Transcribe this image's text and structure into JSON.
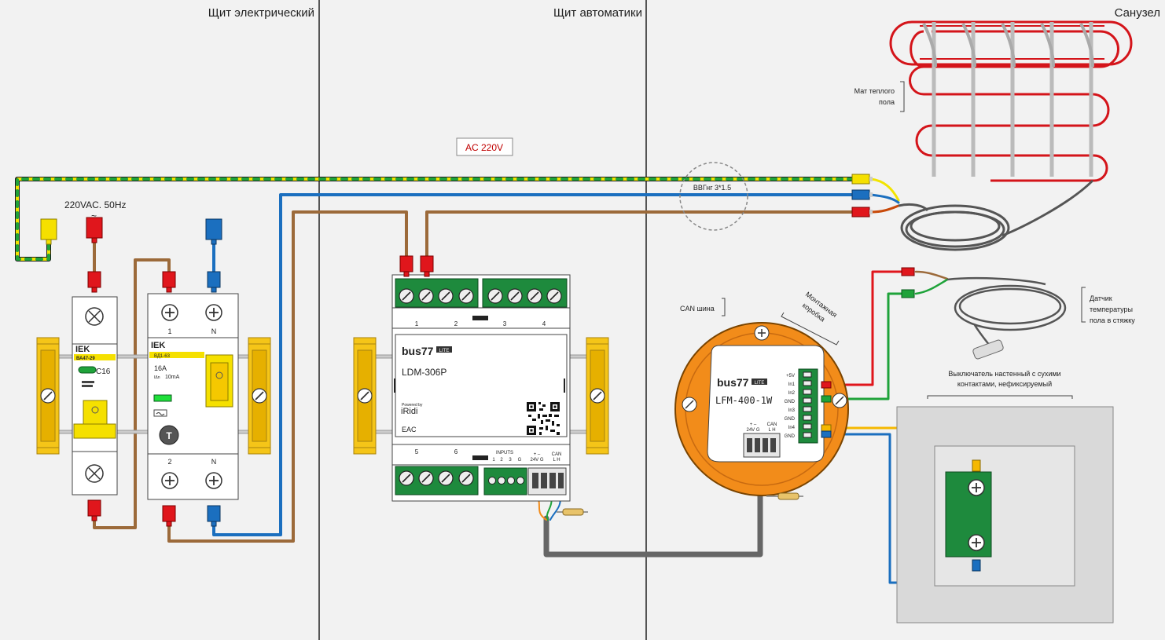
{
  "sections": {
    "electrical": "Щит электрический",
    "automation": "Щит автоматики",
    "bathroom": "Санузел"
  },
  "supply_label": "220VAC. 50Hz",
  "supply_symbol": "~",
  "ac_label": "AC 220V",
  "cable_label": "ВВГнг 3*1.5",
  "breaker": {
    "brand": "IEK",
    "model": "ВА47-29",
    "rating": "C16"
  },
  "rcd": {
    "brand": "IEK",
    "model": "ВД1-63",
    "current": "16A",
    "leak": "10mA",
    "leak_prefix": "IΔn",
    "terminals_top": [
      "1",
      "N"
    ],
    "terminals_bottom": [
      "2",
      "N"
    ],
    "test_button": "T"
  },
  "ldm": {
    "brand": "bus77",
    "badge": "LITE",
    "model": "LDM-306P",
    "powered": "Powered by",
    "iridi": "iRidi",
    "eac": "EAC",
    "top_channels": [
      "1",
      "2",
      "3",
      "4"
    ],
    "bottom_channels": [
      "5",
      "6"
    ],
    "inputs_title": "INPUTS",
    "inputs": [
      "1",
      "2",
      "3",
      "G"
    ],
    "power_label": "+  –",
    "power_sub": "24V G",
    "can_label": "CAN",
    "can_sub": "L  H"
  },
  "lfm": {
    "brand": "bus77",
    "badge": "LITE",
    "model": "LFM-400-1W",
    "pins": [
      "+5V",
      "In1",
      "In2",
      "GND",
      "In3",
      "GND",
      "In4",
      "GND"
    ],
    "power_label": "+  –",
    "power_sub": "24V G",
    "can_label": "CAN",
    "can_sub": "L  H"
  },
  "labels": {
    "can_bus": "CAN шина",
    "junction_box_line1": "Монтажная",
    "junction_box_line2": "коробка",
    "mat_line1": "Мат теплого",
    "mat_line2": "пола",
    "sensor_line1": "Датчик",
    "sensor_line2": "температуры",
    "sensor_line3": "пола в стяжку",
    "switch_line1": "Выключатель настенный с сухими",
    "switch_line2": "контактами, нефиксируемый"
  },
  "colors": {
    "brown": "#9c6a3a",
    "blue": "#1b6fbf",
    "red": "#e0161c",
    "yellow": "#f5c800",
    "green": "#0a9c3a",
    "gray_cable": "#555555",
    "din_green": "#1e8a3d",
    "plate_orange": "#f28c1a",
    "mount_yellow": "#f5c518"
  }
}
